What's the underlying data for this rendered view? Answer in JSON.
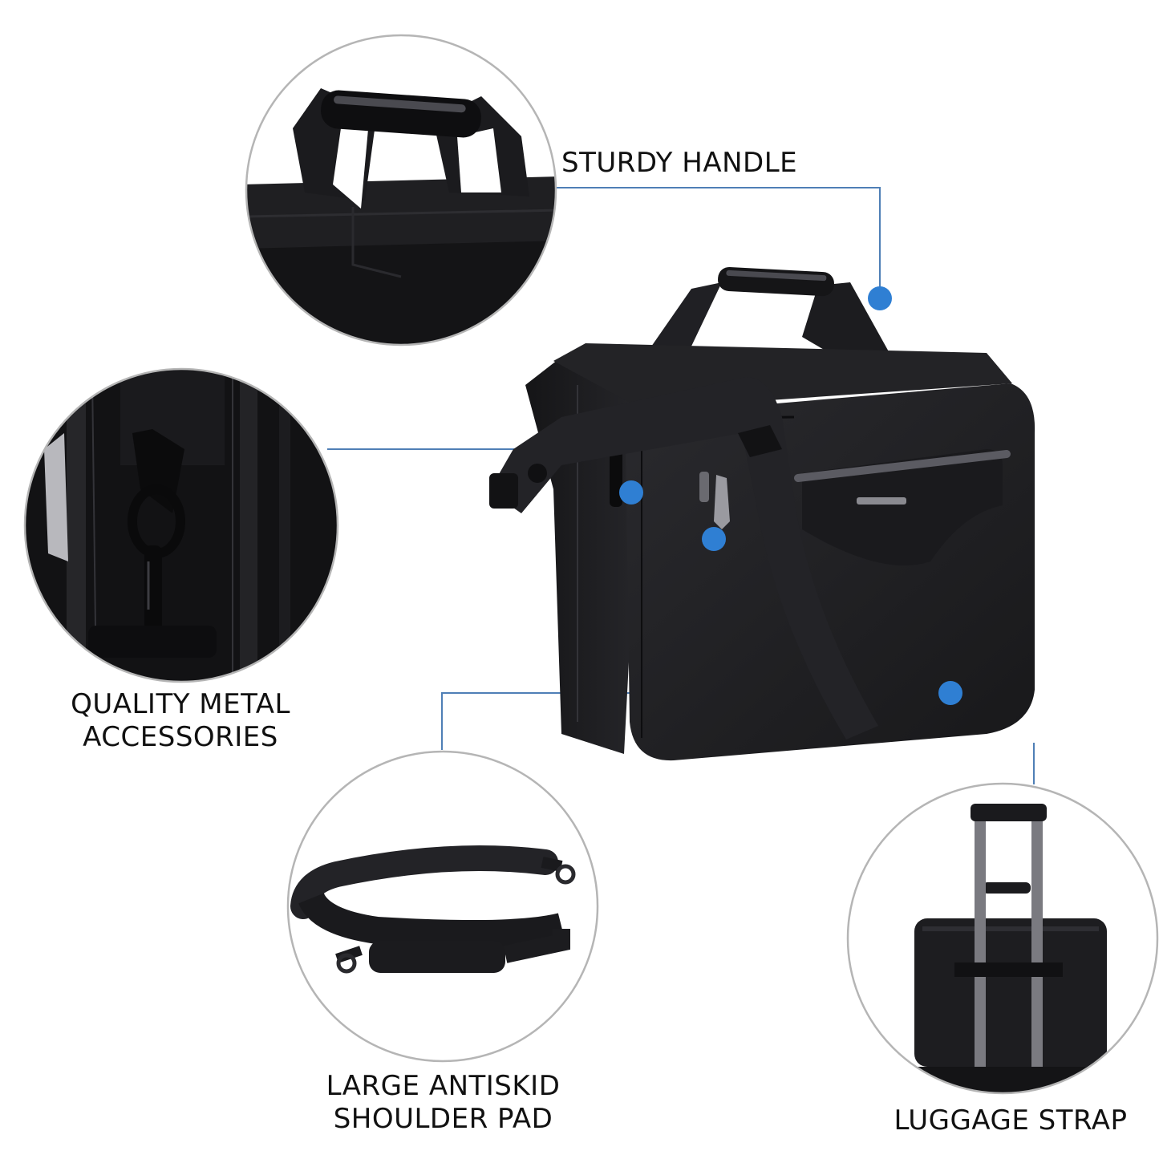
{
  "theme": {
    "accent": "#2f7fd3",
    "line": "#4f7fb6",
    "circle_border": "#b5b5b5",
    "fabric": "#1e1e20",
    "fabric_dark": "#101012",
    "fabric_light": "#3a3a3e",
    "background": "#ffffff"
  },
  "callouts": {
    "handle": {
      "label": "STURDY HANDLE"
    },
    "metal": {
      "label_line1": "QUALITY METAL",
      "label_line2": "ACCESSORIES"
    },
    "pad": {
      "label_line1": "LARGE ANTISKID",
      "label_line2": "SHOULDER PAD"
    },
    "luggage": {
      "label": "LUGGAGE STRAP"
    }
  },
  "icons": {
    "handle_photo": "handle-closeup",
    "metal_photo": "metal-hook-closeup",
    "pad_photo": "shoulder-strap-photo",
    "luggage_photo": "trolley-bag-photo",
    "main_photo": "laptop-briefcase"
  }
}
